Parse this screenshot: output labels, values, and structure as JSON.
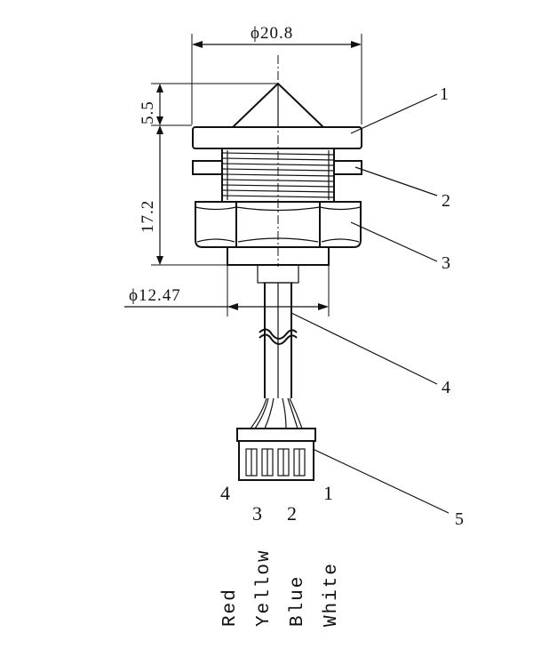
{
  "dimensions": {
    "top_diameter": "ϕ20.8",
    "cable_diameter": "ϕ12.47",
    "tip_height": "5.5",
    "body_height": "17.2"
  },
  "callouts": [
    "1",
    "2",
    "3",
    "4",
    "5"
  ],
  "connector": {
    "pins": [
      "4",
      "3",
      "2",
      "1"
    ],
    "wires": [
      "Red",
      "Yellow",
      "Blue",
      "White"
    ]
  },
  "colors": {
    "line": "#111111",
    "hatch": "#111111",
    "background": "#ffffff"
  }
}
